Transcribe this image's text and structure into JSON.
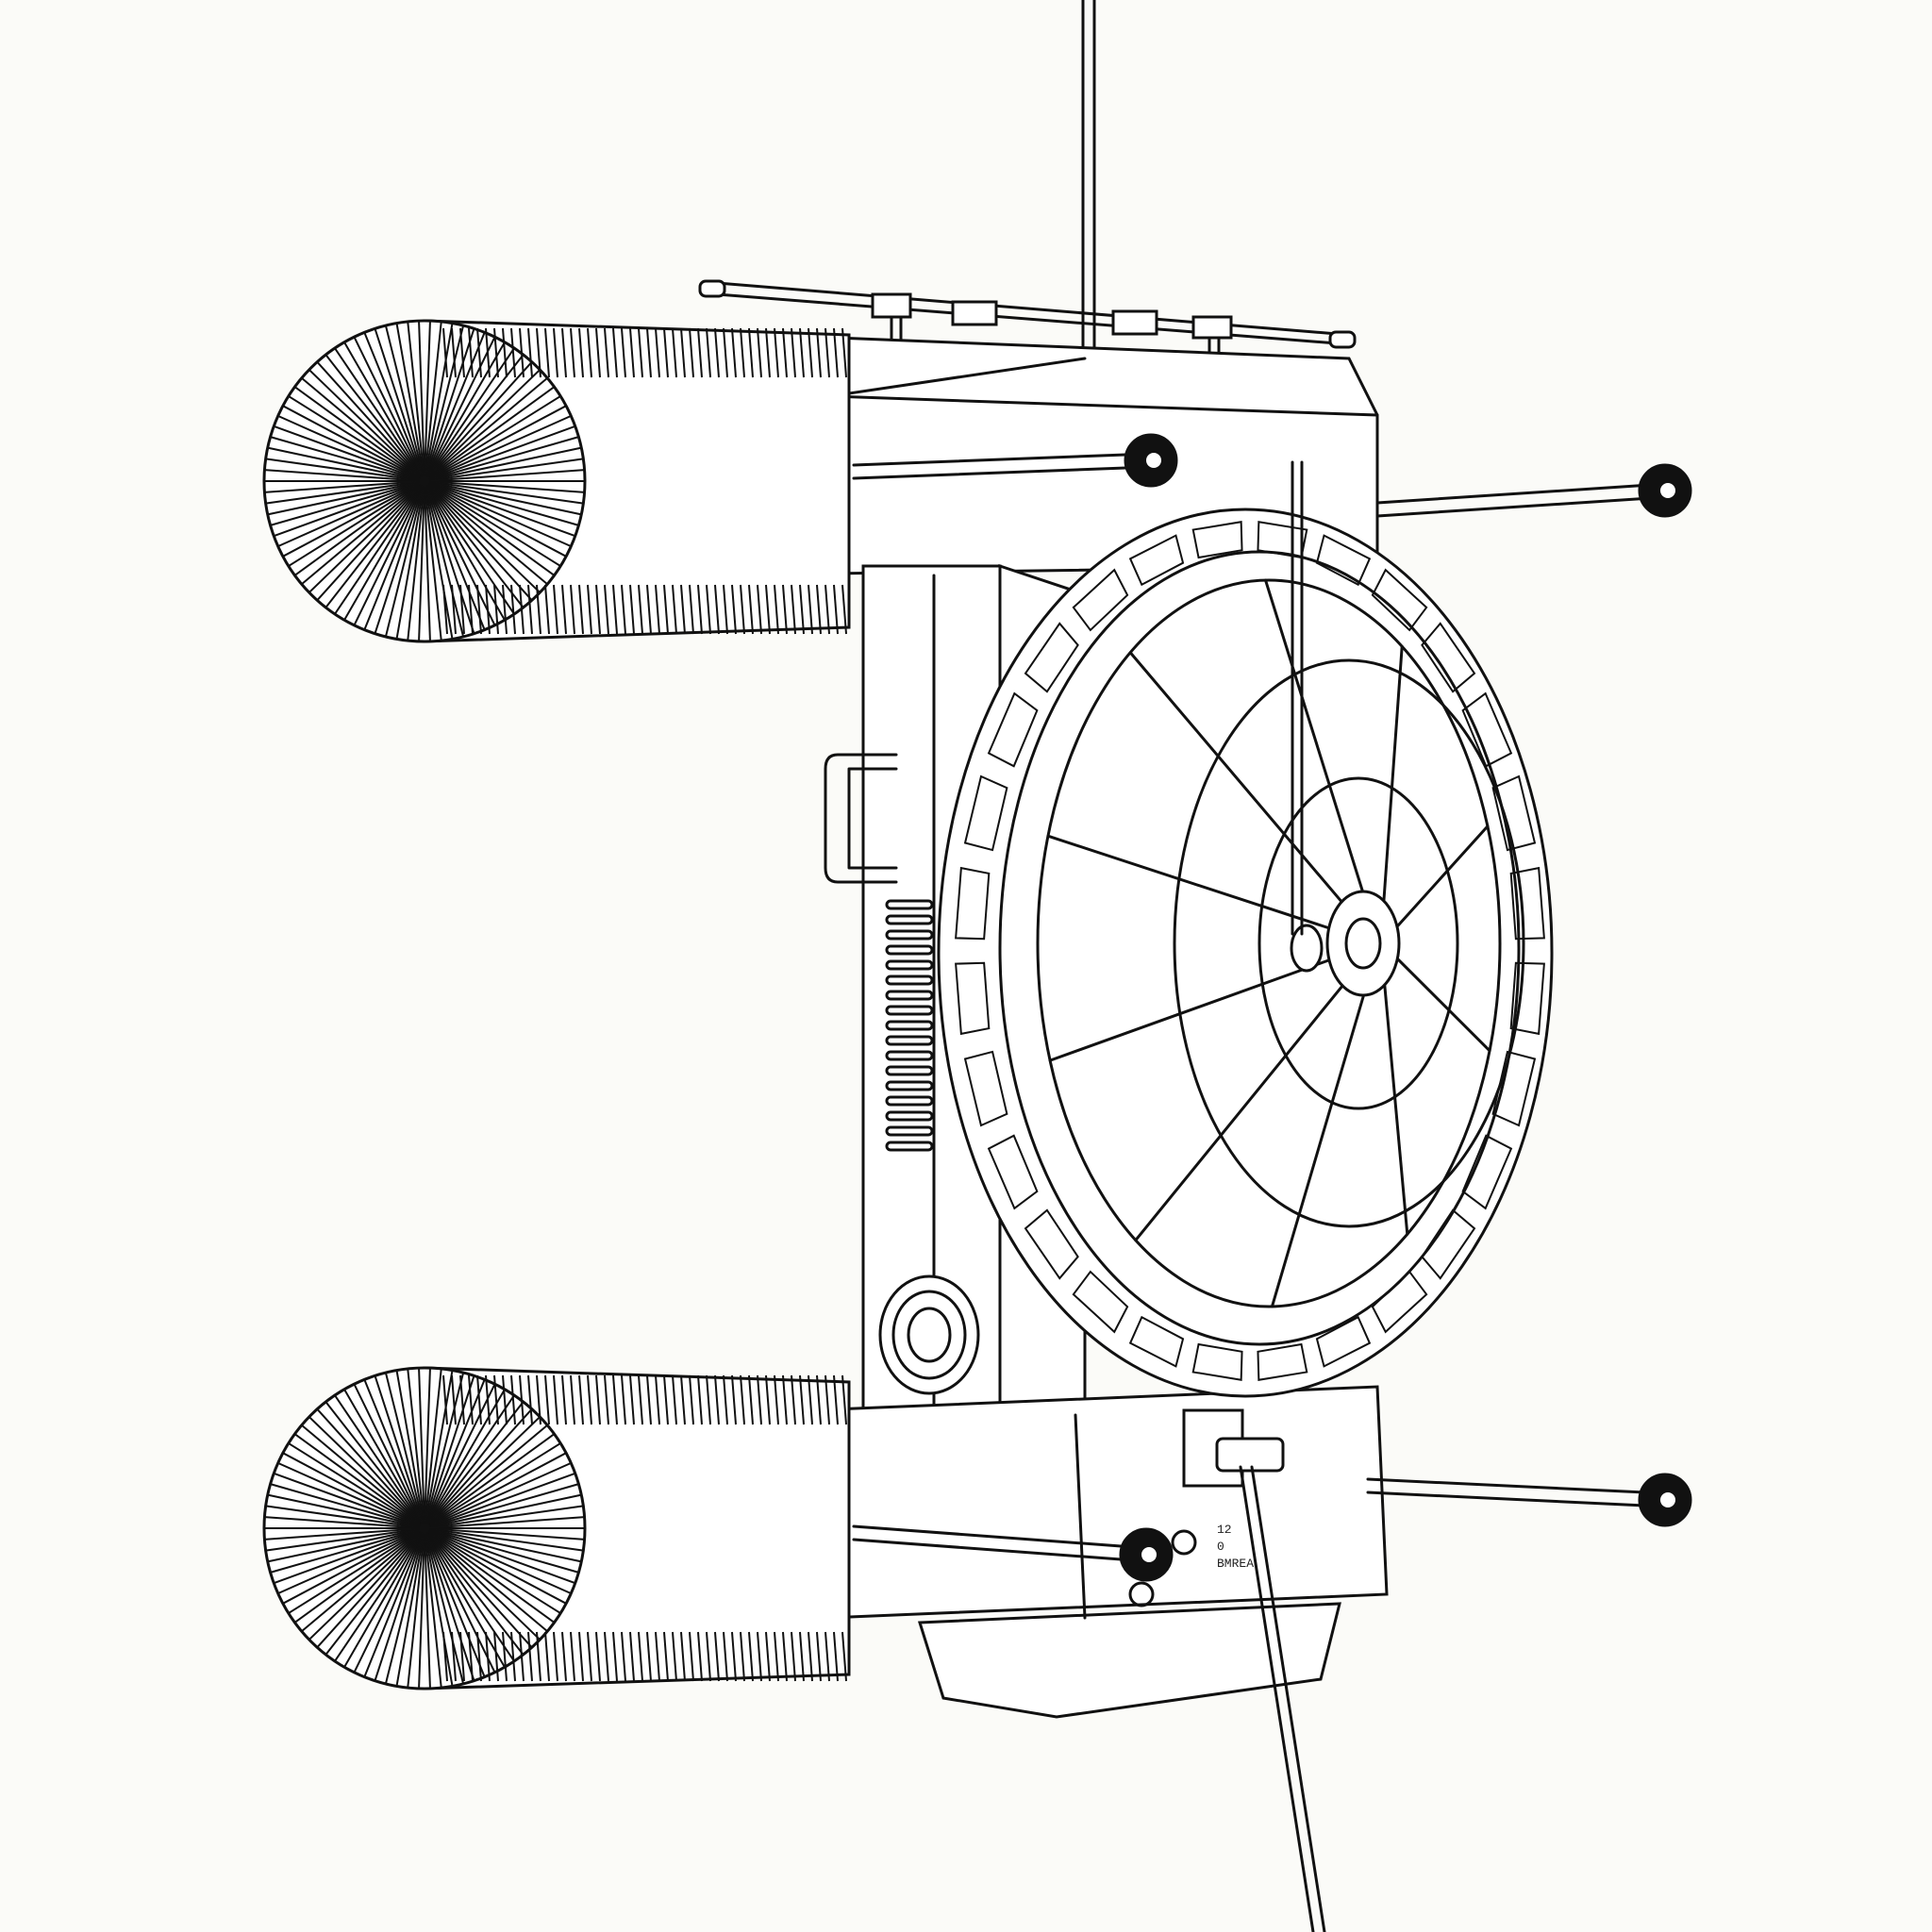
{
  "illustration": {
    "style": "line-art",
    "background_color": "#fbfbf8",
    "line_color": "#111111",
    "panel_label_lines": [
      "12",
      "0",
      "BMREA"
    ]
  }
}
